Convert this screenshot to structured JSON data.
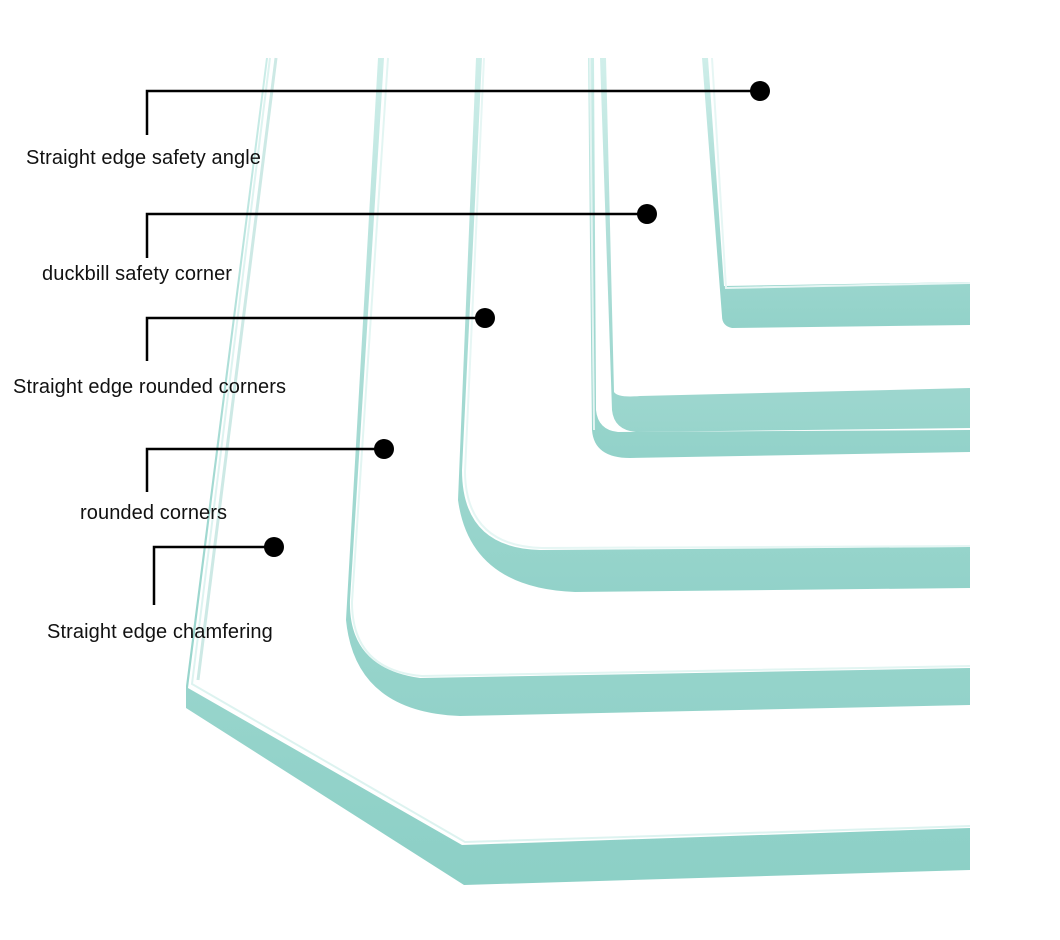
{
  "diagram": {
    "colors": {
      "glass_edge": "#a8ddd6",
      "glass_edge_dark": "#7fc9bf",
      "glass_line": "#bfe5e0",
      "leader": "#000000",
      "text": "#111111"
    },
    "callouts": [
      {
        "id": "straight-edge-safety-angle",
        "label": "Straight edge safety angle"
      },
      {
        "id": "duckbill-safety-corner",
        "label": "duckbill safety corner"
      },
      {
        "id": "straight-edge-rounded-corners",
        "label": "Straight edge rounded corners"
      },
      {
        "id": "rounded-corners",
        "label": "rounded corners"
      },
      {
        "id": "straight-edge-chamfering",
        "label": "Straight edge chamfering"
      }
    ]
  }
}
